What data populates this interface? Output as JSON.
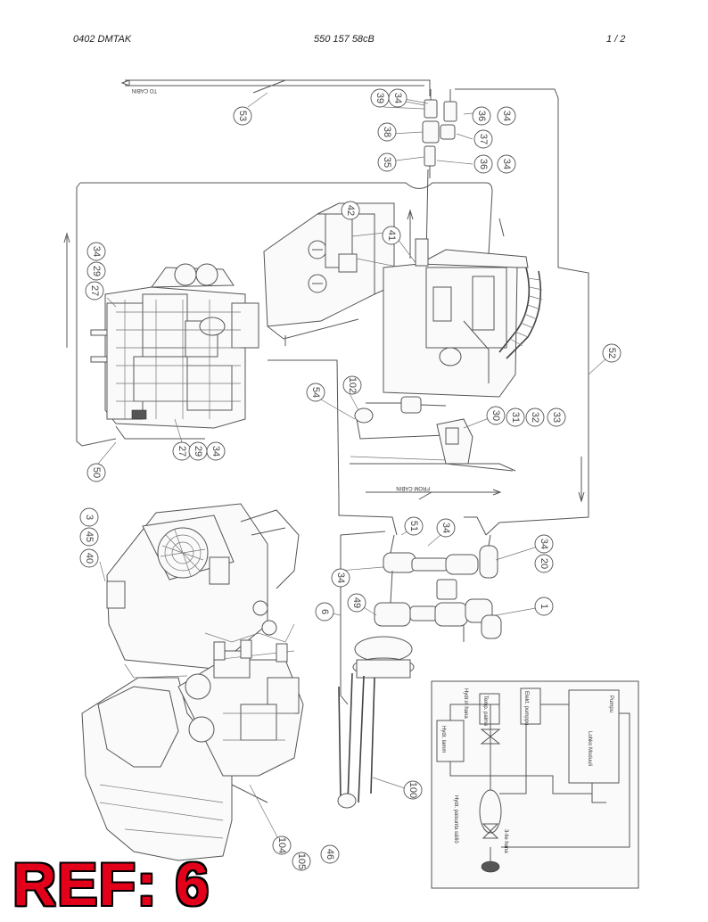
{
  "header": {
    "doc_code": "0402  DMTAK",
    "part_number": "550 157 58cB",
    "page": "1 /  2"
  },
  "flow_labels": {
    "to_cabin": "TO CABIN",
    "from_cabin": "FROM CABIN"
  },
  "callouts": [
    "39",
    "34",
    "53",
    "36",
    "34",
    "38",
    "37",
    "35",
    "36",
    "34",
    "42",
    "41",
    "27",
    "29",
    "34",
    "52",
    "102",
    "54",
    "30",
    "31",
    "32",
    "33",
    "50",
    "27",
    "29",
    "34",
    "51",
    "34",
    "34",
    "34",
    "20",
    "49",
    "6",
    "1",
    "40",
    "45",
    "3",
    "100",
    "104",
    "105",
    "46"
  ],
  "schematic": {
    "manual_valve_label": "Hydr.in hana",
    "engine_temp_sensor": "Temp. palme",
    "electric_pump": "Elekt. pumppu",
    "heater_unit": "Hydr. lamm",
    "control_module": "Lohko Moduuli",
    "fuel_pump": "Pumpu",
    "expansion_tank": "Hydr. paisunta säiliö",
    "three_way_valve": "3-tie hana"
  },
  "ref_badge": "REF: 6"
}
